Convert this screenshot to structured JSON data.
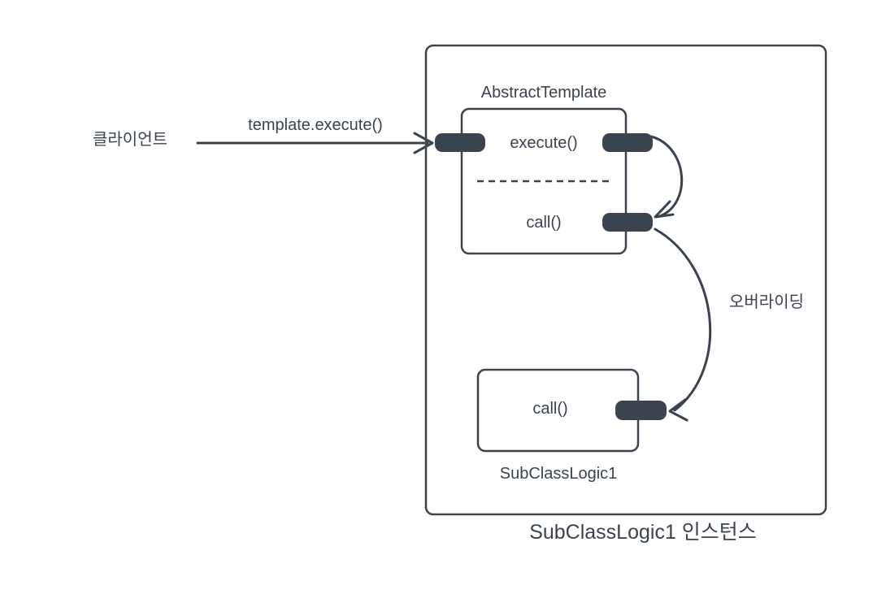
{
  "colors": {
    "stroke": "#3a434e",
    "background": "#ffffff"
  },
  "diagram": {
    "client_label": "클라이언트",
    "client_arrow_label": "template.execute()",
    "abstract_template": {
      "title": "AbstractTemplate",
      "method_execute": "execute()",
      "method_call": "call()"
    },
    "subclass": {
      "method_call": "call()",
      "name_label": "SubClassLogic1"
    },
    "overriding_label": "오버라이딩",
    "instance_caption": "SubClassLogic1 인스턴스"
  }
}
